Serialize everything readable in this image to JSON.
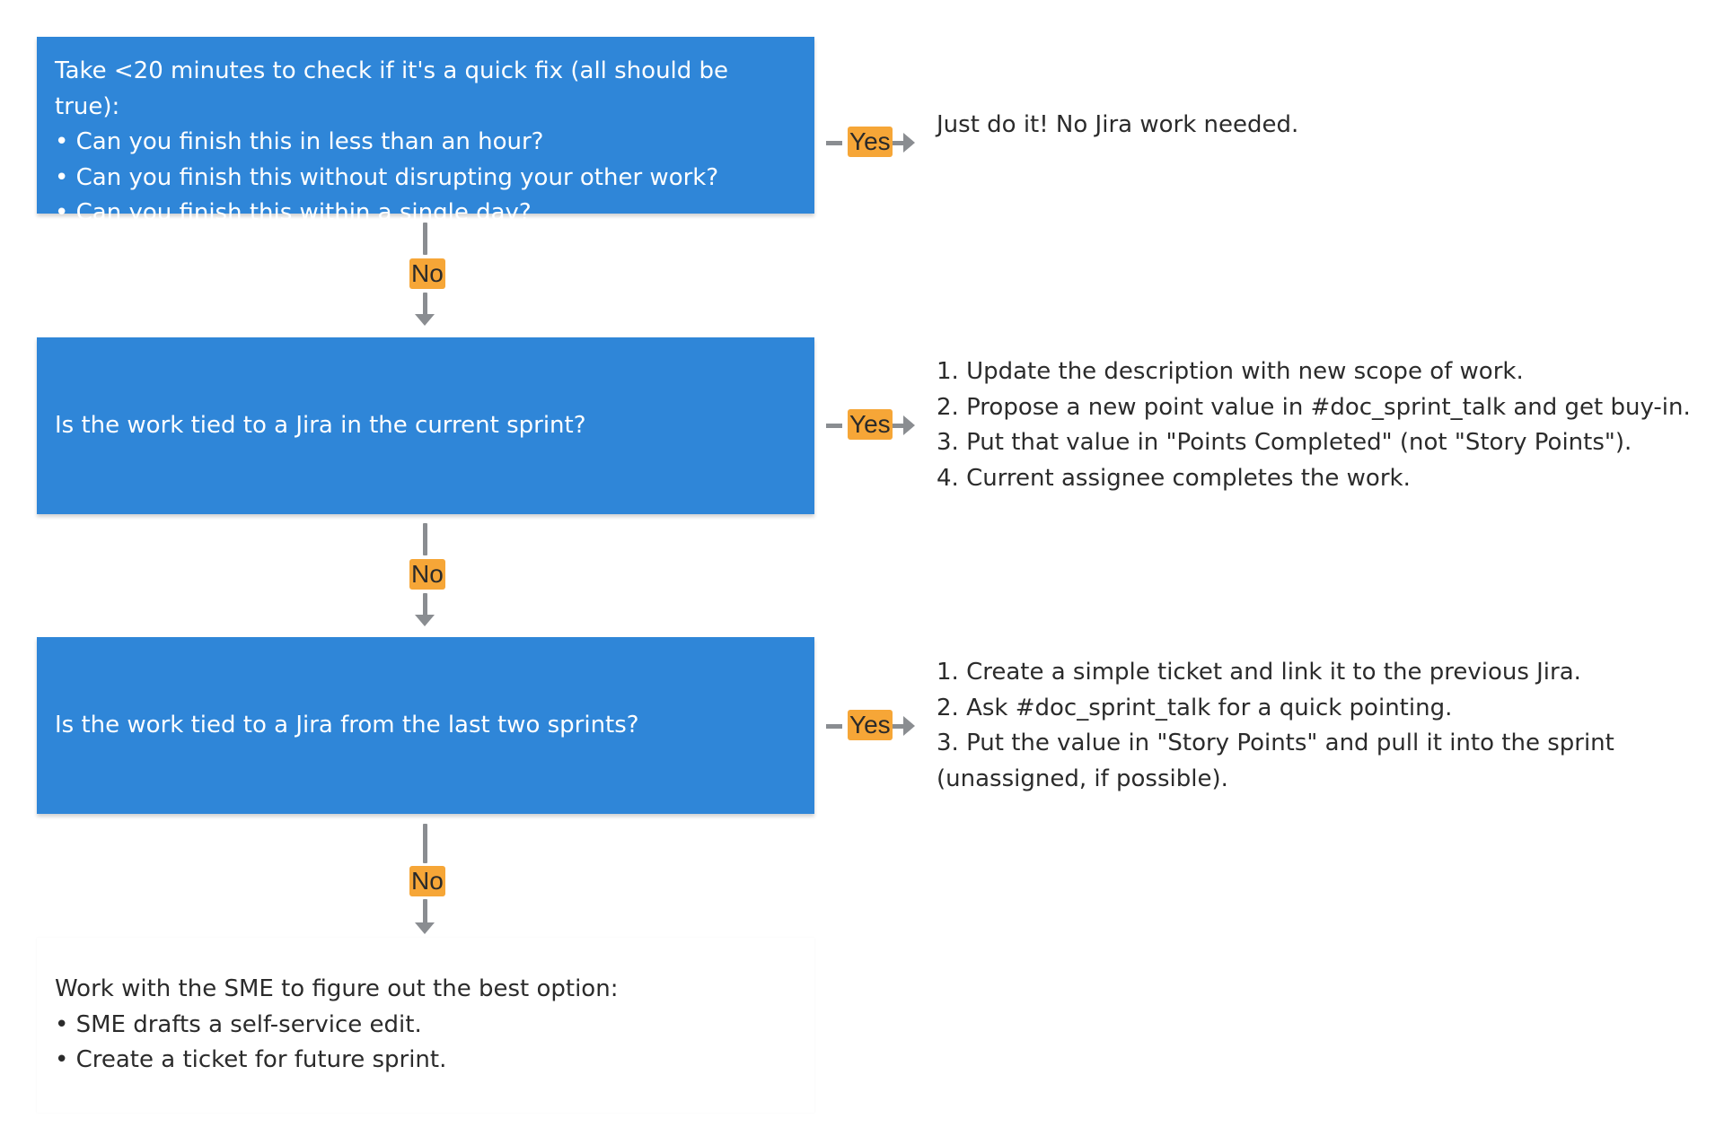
{
  "nodes": {
    "q1": {
      "title": "Take <20 minutes to check if it's a quick fix (all should be true):",
      "bullets": [
        "Can you finish this in less than an hour?",
        "Can you finish this without disrupting your other work?",
        "Can you finish this within a single day?"
      ]
    },
    "q2": {
      "text": "Is the work tied to a Jira in the current sprint?"
    },
    "q3": {
      "text": "Is the work tied to a Jira from the last two sprints?"
    },
    "final": {
      "title": "Work with the SME to figure out the best option:",
      "bullets": [
        "SME drafts a self-service edit.",
        "Create a ticket for future sprint."
      ]
    }
  },
  "results": {
    "r1": {
      "text": "Just do it! No Jira work needed."
    },
    "r2": {
      "steps": [
        "1. Update the description with new scope of work.",
        "2. Propose a new point value in #doc_sprint_talk and get buy-in.",
        "3. Put that value in \"Points Completed\" (not \"Story Points\").",
        "4. Current assignee completes the work."
      ]
    },
    "r3": {
      "steps": [
        "1. Create a simple ticket and link it to the previous Jira.",
        "2. Ask #doc_sprint_talk for a quick pointing.",
        "3. Put the value in \"Story Points\" and pull it into the sprint",
        "(unassigned, if possible)."
      ]
    }
  },
  "labels": {
    "yes": "Yes",
    "no": "No"
  },
  "colors": {
    "box_fill": "#2f86d8",
    "tag_fill": "#f6a637",
    "connector": "#8a8d91",
    "text_dark": "#2b2b2b"
  }
}
